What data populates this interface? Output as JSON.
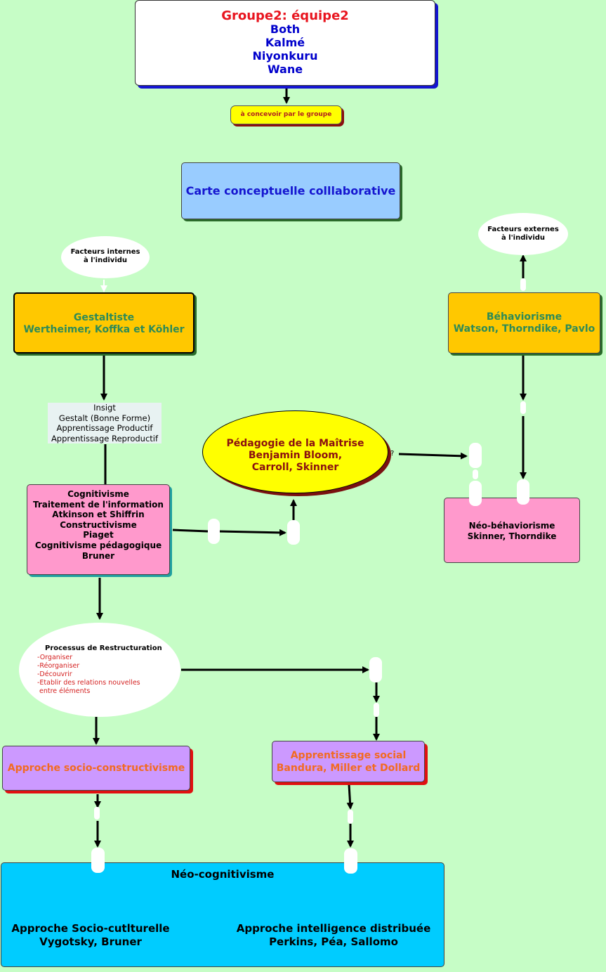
{
  "header": {
    "title": "Groupe2: équipe2",
    "members": [
      "Both",
      "Kalmé",
      "Niyonkuru",
      "Wane"
    ],
    "note": "à concevoir par le groupe"
  },
  "map_title": "Carte conceptuelle colllaborative",
  "facteurs_internes": [
    "Facteurs internes",
    "à l'individu"
  ],
  "facteurs_externes": [
    "Facteurs externes",
    "à l'individu"
  ],
  "gestaltiste": [
    "Gestaltiste",
    "Wertheimer, Koffka et Köhler"
  ],
  "behaviorisme": [
    "Béhaviorisme",
    "Watson, Thorndike, Pavlo"
  ],
  "insight": [
    "Insigt",
    "Gestalt (Bonne Forme)",
    "Apprentissage Productif",
    "Apprentissage Reproductif"
  ],
  "pedagogie": [
    "Pédagogie de la Maîtrise",
    "Benjamin Bloom,",
    "Carroll, Skinner"
  ],
  "pedagogie_mark": "?",
  "cognitivisme": [
    "Cognitivisme",
    "Traitement de l'information",
    "Atkinson et Shiffrin",
    "Constructivisme",
    "Piaget",
    "Cognitivisme pédagogique",
    "Bruner"
  ],
  "neo_behaviorisme": [
    "Néo-béhaviorisme",
    "Skinner, Thorndike"
  ],
  "processus": {
    "title": "Processus de Restructuration",
    "items": [
      "-Organiser",
      "-Réorganiser",
      "-Découvrir",
      "-Etablir des relations nouvelles",
      " entre éléments"
    ]
  },
  "socio_constructivisme": "Approche socio-constructivisme",
  "apprentissage_social": [
    "Apprentissage social",
    "Bandura, Miller et Dollard"
  ],
  "neo_cognitivisme": {
    "title": "Néo-cognitivisme",
    "left": [
      "Approche Socio-cutlturelle",
      "Vygotsky, Bruner"
    ],
    "right": [
      "Approche intelligence distribuée",
      "Perkins, Péa, Sallomo"
    ]
  },
  "colors": {
    "background": "#c6fdc6",
    "title_red": "#e8141e",
    "member_blue": "#0000cc",
    "gestalt_green": "#2e8b57",
    "orange_text": "#f26a21",
    "process_red": "#d42020"
  }
}
